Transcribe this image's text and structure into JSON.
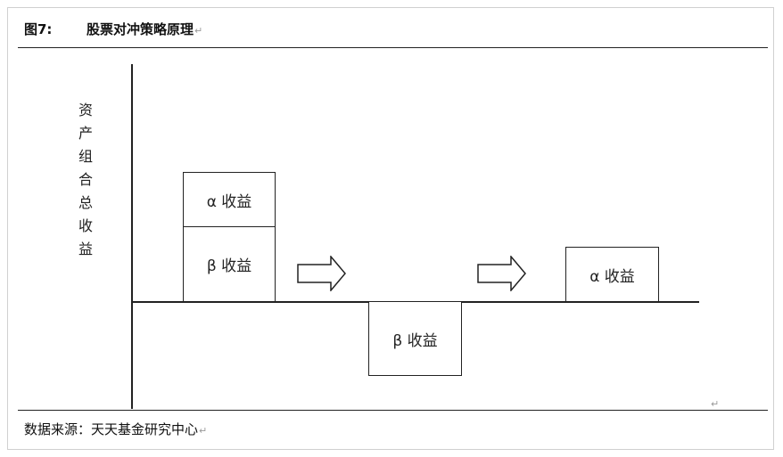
{
  "figure": {
    "number": "图7:",
    "title": "股票对冲策略原理",
    "return_mark": "↵"
  },
  "diagram": {
    "y_axis_label": "资产组合总收益",
    "stage1": {
      "top_label": "α 收益",
      "bottom_label": "β 收益"
    },
    "stage2": {
      "label": "β 收益"
    },
    "stage3": {
      "label": "α 收益"
    }
  },
  "footer": {
    "source": "数据来源：天天基金研究中心"
  },
  "colors": {
    "line": "#222222",
    "background": "#ffffff"
  }
}
